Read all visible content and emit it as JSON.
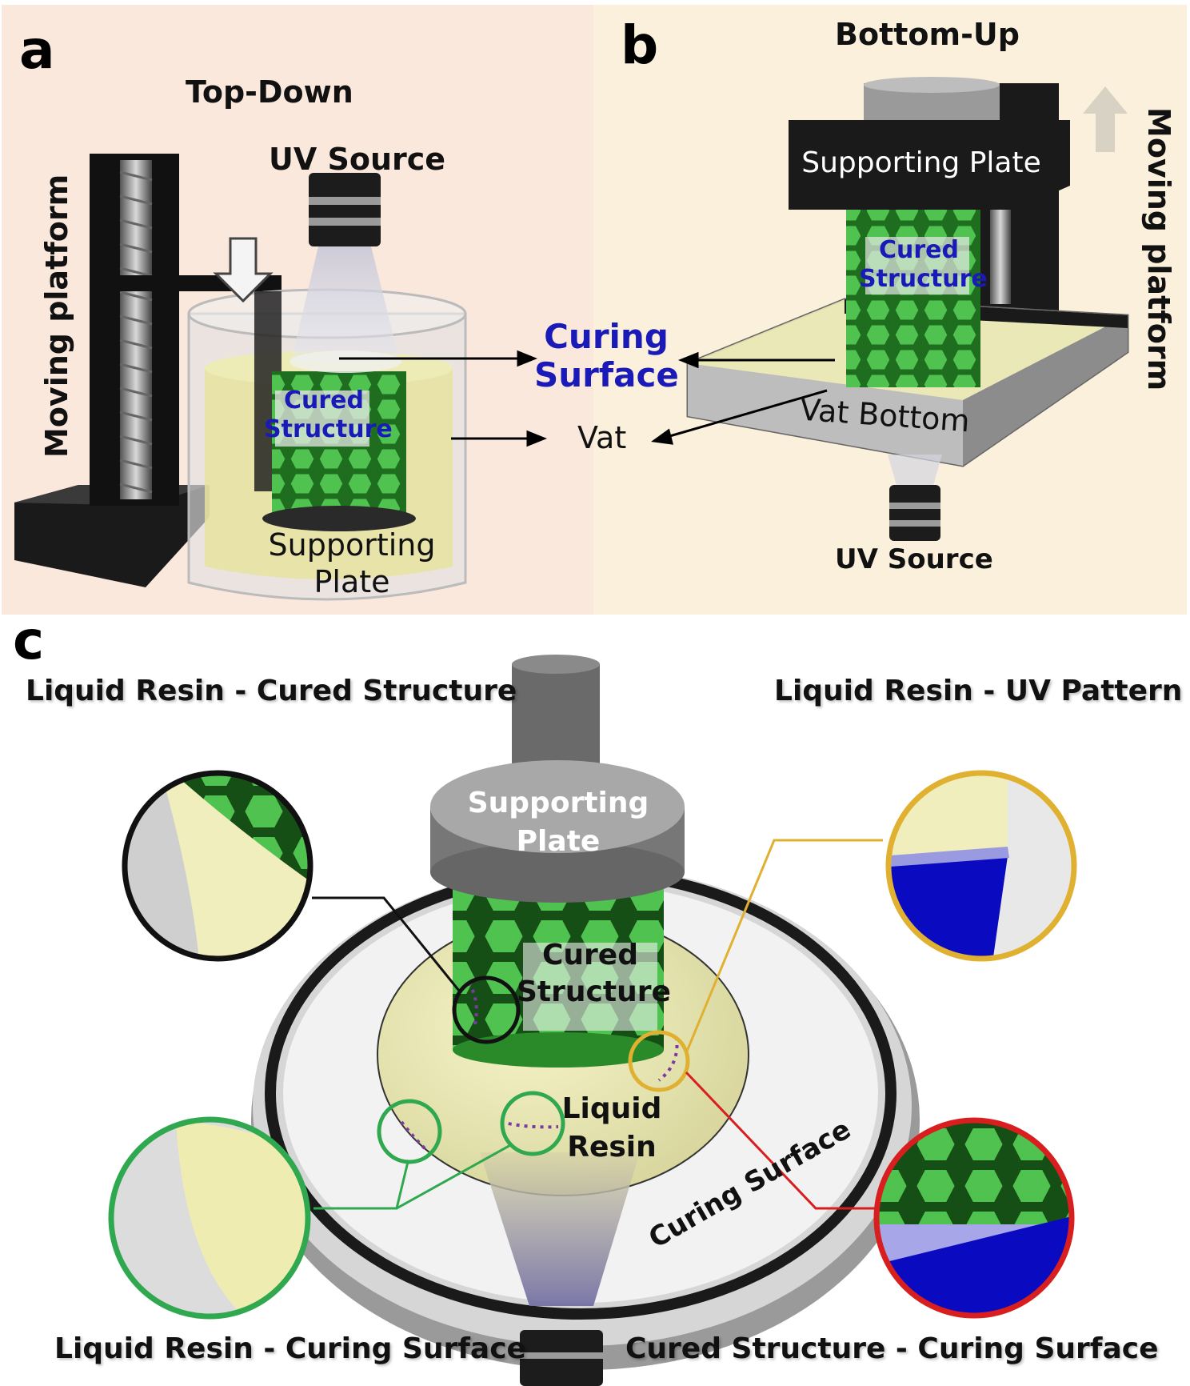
{
  "colors": {
    "panel_a_bg": "#fbe8dc",
    "panel_b_bg": "#fbf0dc",
    "resin": "#e6e3a0",
    "cured_green": "#3aa83a",
    "curing_blue": "#1a1ab8",
    "uv_blue": "#0a0ac0",
    "green_circle": "#2fa84f",
    "yellow_circle": "#e0b030",
    "red_circle": "#d81e1e"
  },
  "panel_a": {
    "letter": "a",
    "title": "Top-Down",
    "uv_source": "UV Source",
    "moving_platform": "Moving platform",
    "cured_structure_line1": "Cured",
    "cured_structure_line2": "Structure",
    "supporting_plate_line1": "Supporting",
    "supporting_plate_line2": "Plate"
  },
  "panel_b": {
    "letter": "b",
    "title": "Bottom-Up",
    "supporting_plate": "Supporting Plate",
    "moving_platform": "Moving platform",
    "cured_structure_line1": "Cured",
    "cured_structure_line2": "Structure",
    "vat_bottom": "Vat Bottom",
    "uv_source": "UV Source"
  },
  "shared": {
    "curing_surface_line1": "Curing",
    "curing_surface_line2": "Surface",
    "vat": "Vat"
  },
  "panel_c": {
    "letter": "c",
    "top_left_label": "Liquid Resin - Cured Structure",
    "top_right_label": "Liquid Resin - UV Pattern",
    "bottom_left_label": "Liquid Resin - Curing Surface",
    "bottom_right_label": "Cured Structure - Curing Surface",
    "supporting_plate_line1": "Supporting",
    "supporting_plate_line2": "Plate",
    "cured_structure_line1": "Cured",
    "cured_structure_line2": "Structure",
    "liquid_resin_line1": "Liquid",
    "liquid_resin_line2": "Resin",
    "curing_surface": "Curing Surface"
  }
}
